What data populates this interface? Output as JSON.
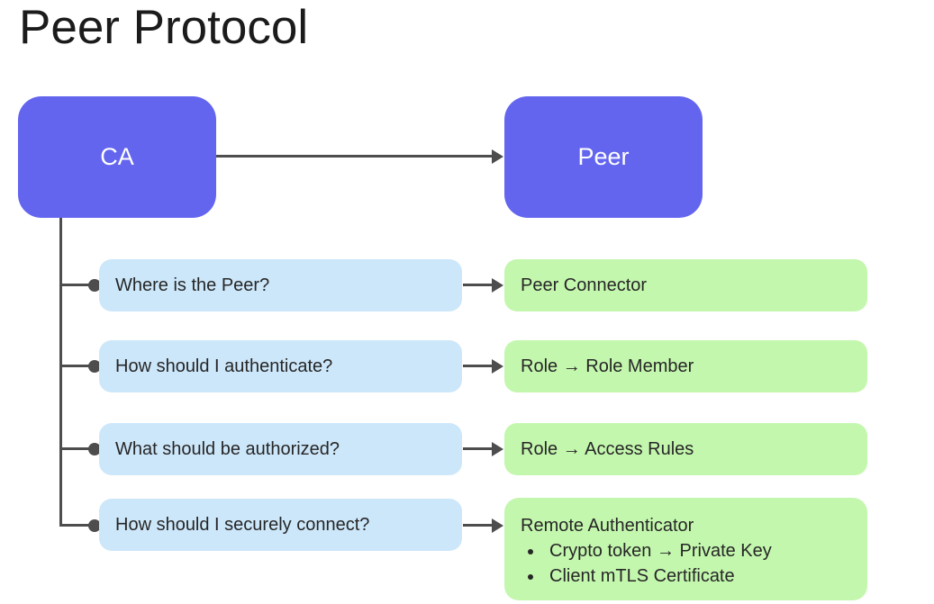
{
  "page": {
    "title": "Peer Protocol"
  },
  "colors": {
    "node_fill": "#6365ef",
    "question_fill": "#cde7fa",
    "answer_fill": "#c4f7ae",
    "connector": "#4d4d4d",
    "title_text": "#1b1b1b",
    "node_text": "#ffffff",
    "box_text": "#262626"
  },
  "nodes": {
    "ca": {
      "label": "CA"
    },
    "peer": {
      "label": "Peer"
    }
  },
  "rows": [
    {
      "question": "Where is the Peer?",
      "answer": "Peer Connector"
    },
    {
      "question": "How should I authenticate?",
      "answer": "Role → Role Member"
    },
    {
      "question": "What should be authorized?",
      "answer": "Role → Access Rules"
    },
    {
      "question": "How should I securely connect?",
      "answer_title": "Remote Authenticator",
      "bullets": [
        "Crypto token → Private Key",
        "Client mTLS Certificate"
      ]
    }
  ]
}
